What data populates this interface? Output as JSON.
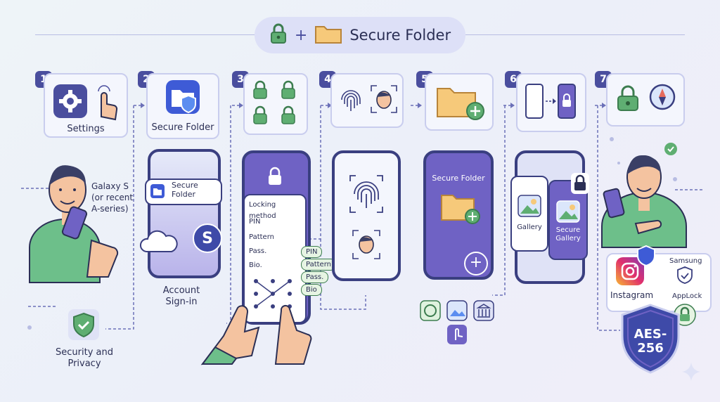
{
  "header": {
    "title": "Secure Folder",
    "plus": "+",
    "lock_icon": "lock-icon",
    "folder_icon": "folder-icon"
  },
  "steps": [
    {
      "number": "1",
      "label": "Settings",
      "device_label": "Galaxy S (or recent A-series)",
      "bottom_label": "Security and Privacy"
    },
    {
      "number": "2",
      "label": "Secure Folder",
      "app_label": "Secure Folder",
      "badge": "S",
      "bottom_label": "Account Sign-in"
    },
    {
      "number": "3",
      "menu_title": "Locking method",
      "menu_items": [
        "PIN",
        "Pattern",
        "Pass.",
        "Bio."
      ],
      "tags": [
        "PIN",
        "Pattern",
        "Pass.",
        "Bio"
      ]
    },
    {
      "number": "4"
    },
    {
      "number": "5",
      "screen_label": "Secure Folder",
      "plus": "+"
    },
    {
      "number": "6",
      "card1": "Gallery",
      "card2": "Secure Gallery"
    },
    {
      "number": "7",
      "app1": "Instagram",
      "app2_brand": "Samsung",
      "app2": "AppLock",
      "shield_text": "AES-256"
    }
  ],
  "colors": {
    "accent": "#4a4e9e",
    "green": "#3c7d4f",
    "green_bg": "#e6f4e3",
    "purple": "#6f62c4",
    "folder": "#f6c97a"
  }
}
